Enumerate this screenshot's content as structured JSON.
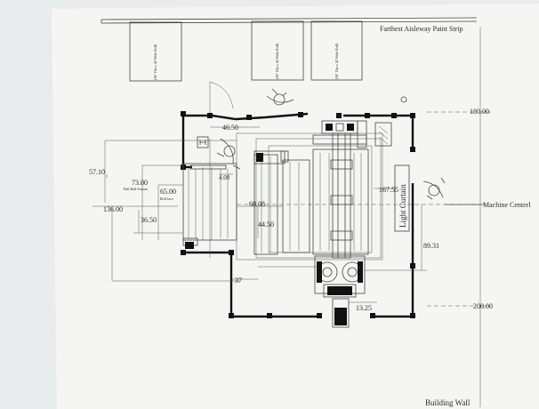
{
  "paper": {
    "background": "#e9ecec",
    "sheet": "#f5f6f4",
    "ink": "#2a2a2a"
  },
  "labels": {
    "farthest_aisleway": "Farthest Aisleway Paint Strip",
    "machine_center": "Machine Centerl",
    "building_wall": "Building Wall",
    "light_curtain": "Light Curtain",
    "pull_roll_frames": "Pull Roll Frames",
    "roll_face": "Roll face",
    "cart_label": "(36\" Dia x 42 Wide Roll)"
  },
  "dimensions": {
    "d46_50": "46.50",
    "d180_00": "180.00",
    "d57_10": "57.10",
    "d73_00": "73.00",
    "d65_00": "65.00",
    "d4_00": "4.00",
    "d167_55": "167.55",
    "d136_00": "136.00",
    "d68_08": "68.08",
    "d36_50": "36.50",
    "d44_50": "44.50",
    "d89_31": "89.31",
    "d37": "37",
    "d13_25": "13.25",
    "d200_00": "200.00"
  }
}
